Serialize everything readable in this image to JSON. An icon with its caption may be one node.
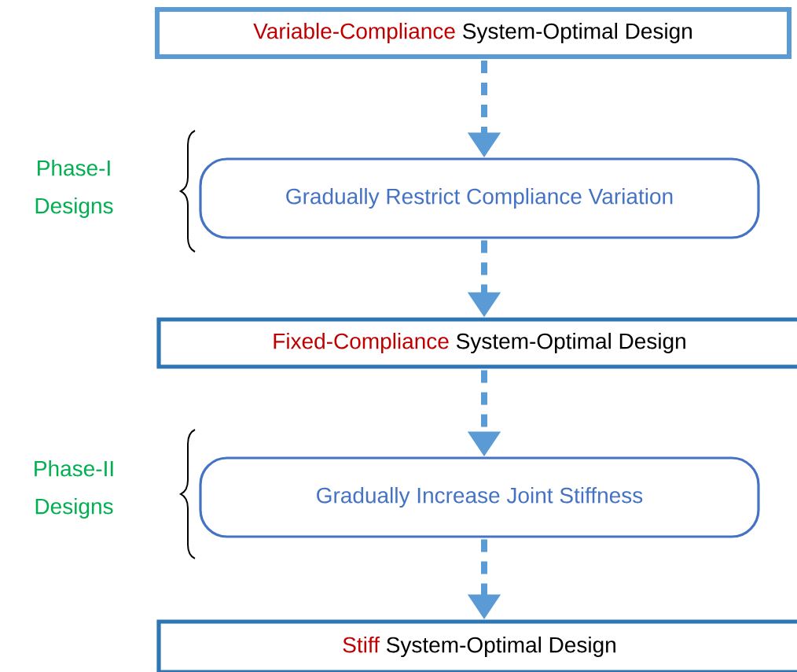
{
  "diagram": {
    "nodes": [
      {
        "text": [
          "Variable-Compliance",
          "System-Optimal Design"
        ]
      },
      {
        "text": [
          "Gradually Restrict Compliance Variation"
        ]
      },
      {
        "text": [
          "Fixed-Compliance",
          "System-Optimal Design"
        ]
      },
      {
        "text": [
          "Gradually Increase Joint Stiffness"
        ]
      },
      {
        "text": [
          "Stiff",
          "System-Optimal Design"
        ]
      }
    ],
    "edges": [
      {
        "from": 0,
        "to": 1,
        "arrow": "to",
        "style": "dashed"
      },
      {
        "from": 1,
        "to": 2,
        "arrow": "to",
        "style": "dashed"
      },
      {
        "from": 2,
        "to": 3,
        "arrow": "to",
        "style": "dashed"
      },
      {
        "from": 3,
        "to": 4,
        "arrow": "to",
        "style": "dashed"
      }
    ],
    "labels": [
      "Phase-I Designs",
      "Phase-II Designs"
    ]
  }
}
